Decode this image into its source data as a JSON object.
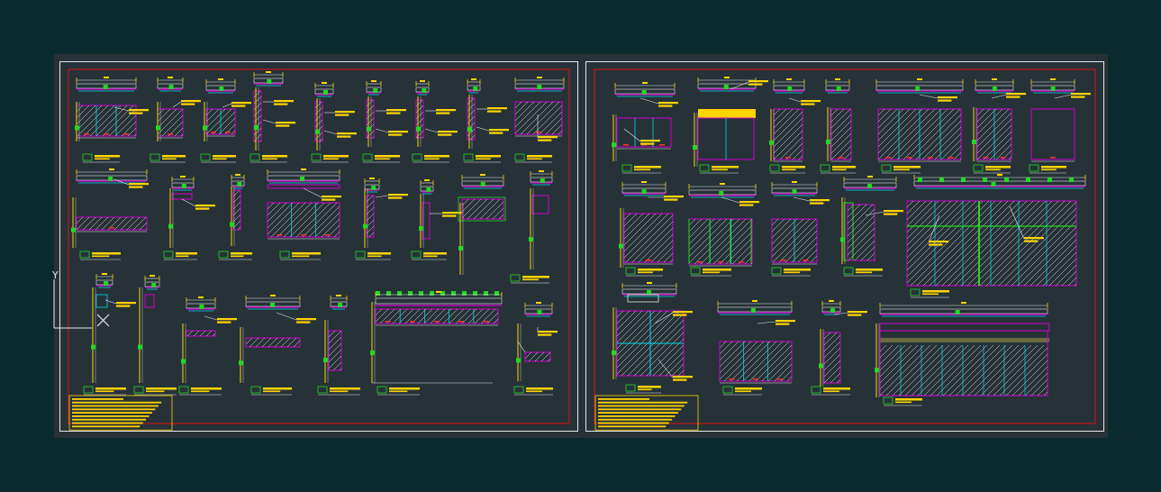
{
  "colors": {
    "background": "#0b2a30",
    "paper": "#263238",
    "sheet_border": "#e8e8e8",
    "frame": "#c01818",
    "yellow": "#ffd400",
    "magenta": "#d000d0",
    "cyan": "#00d8e8",
    "green": "#22d822",
    "red": "#ff3030",
    "white": "#e8e8e8"
  },
  "ucs_icon": {
    "axis_label": "Y"
  },
  "sheets": [
    {
      "id": "left",
      "title_block_lines": 9
    },
    {
      "id": "right",
      "title_block_lines": 9
    }
  ]
}
